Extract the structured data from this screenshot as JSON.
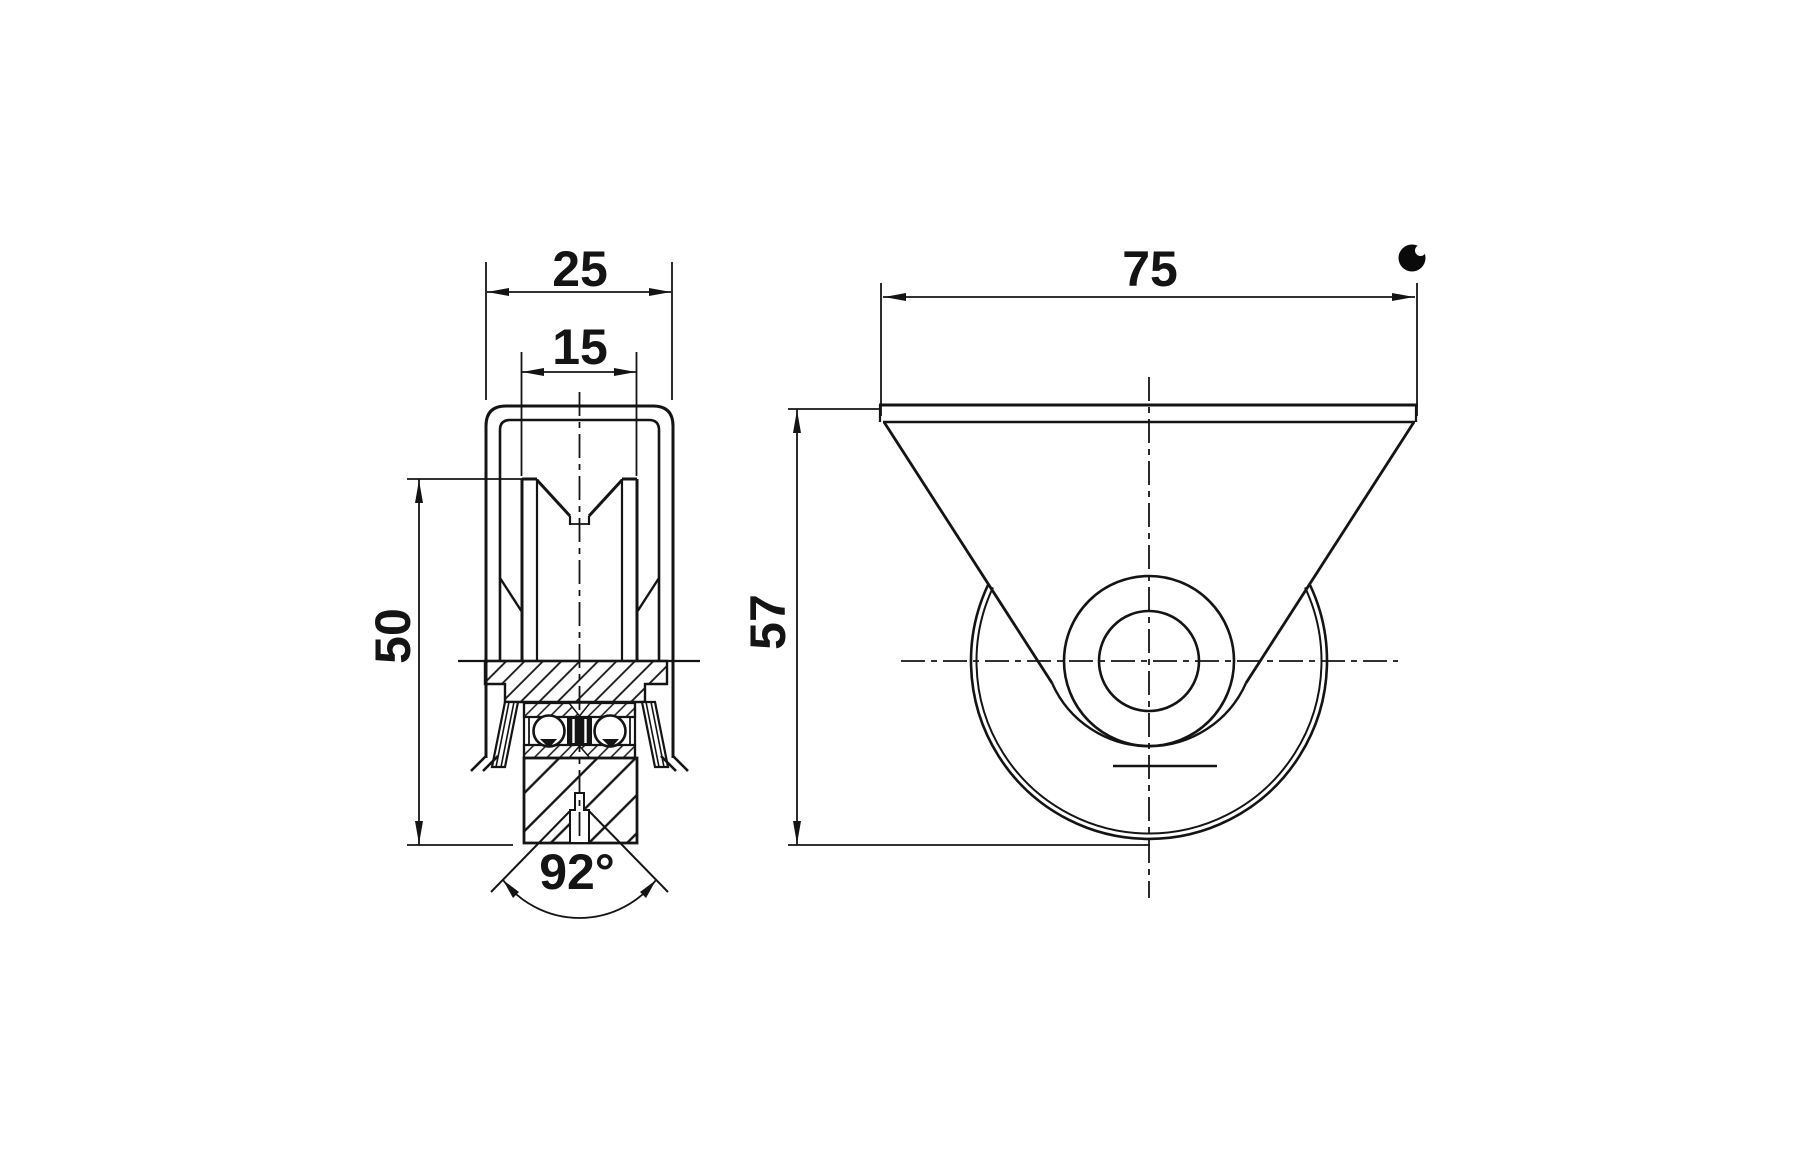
{
  "page": {
    "background_color": "#ffffff",
    "line_color": "#141414",
    "type": "technical-drawing"
  },
  "views": {
    "side_section": {
      "dims": {
        "bracket_width": "25",
        "wheel_width": "15",
        "wheel_diameter": "50",
        "groove_angle": "92°"
      }
    },
    "front": {
      "dims": {
        "plate_width": "75",
        "overall_height": "57"
      }
    }
  }
}
